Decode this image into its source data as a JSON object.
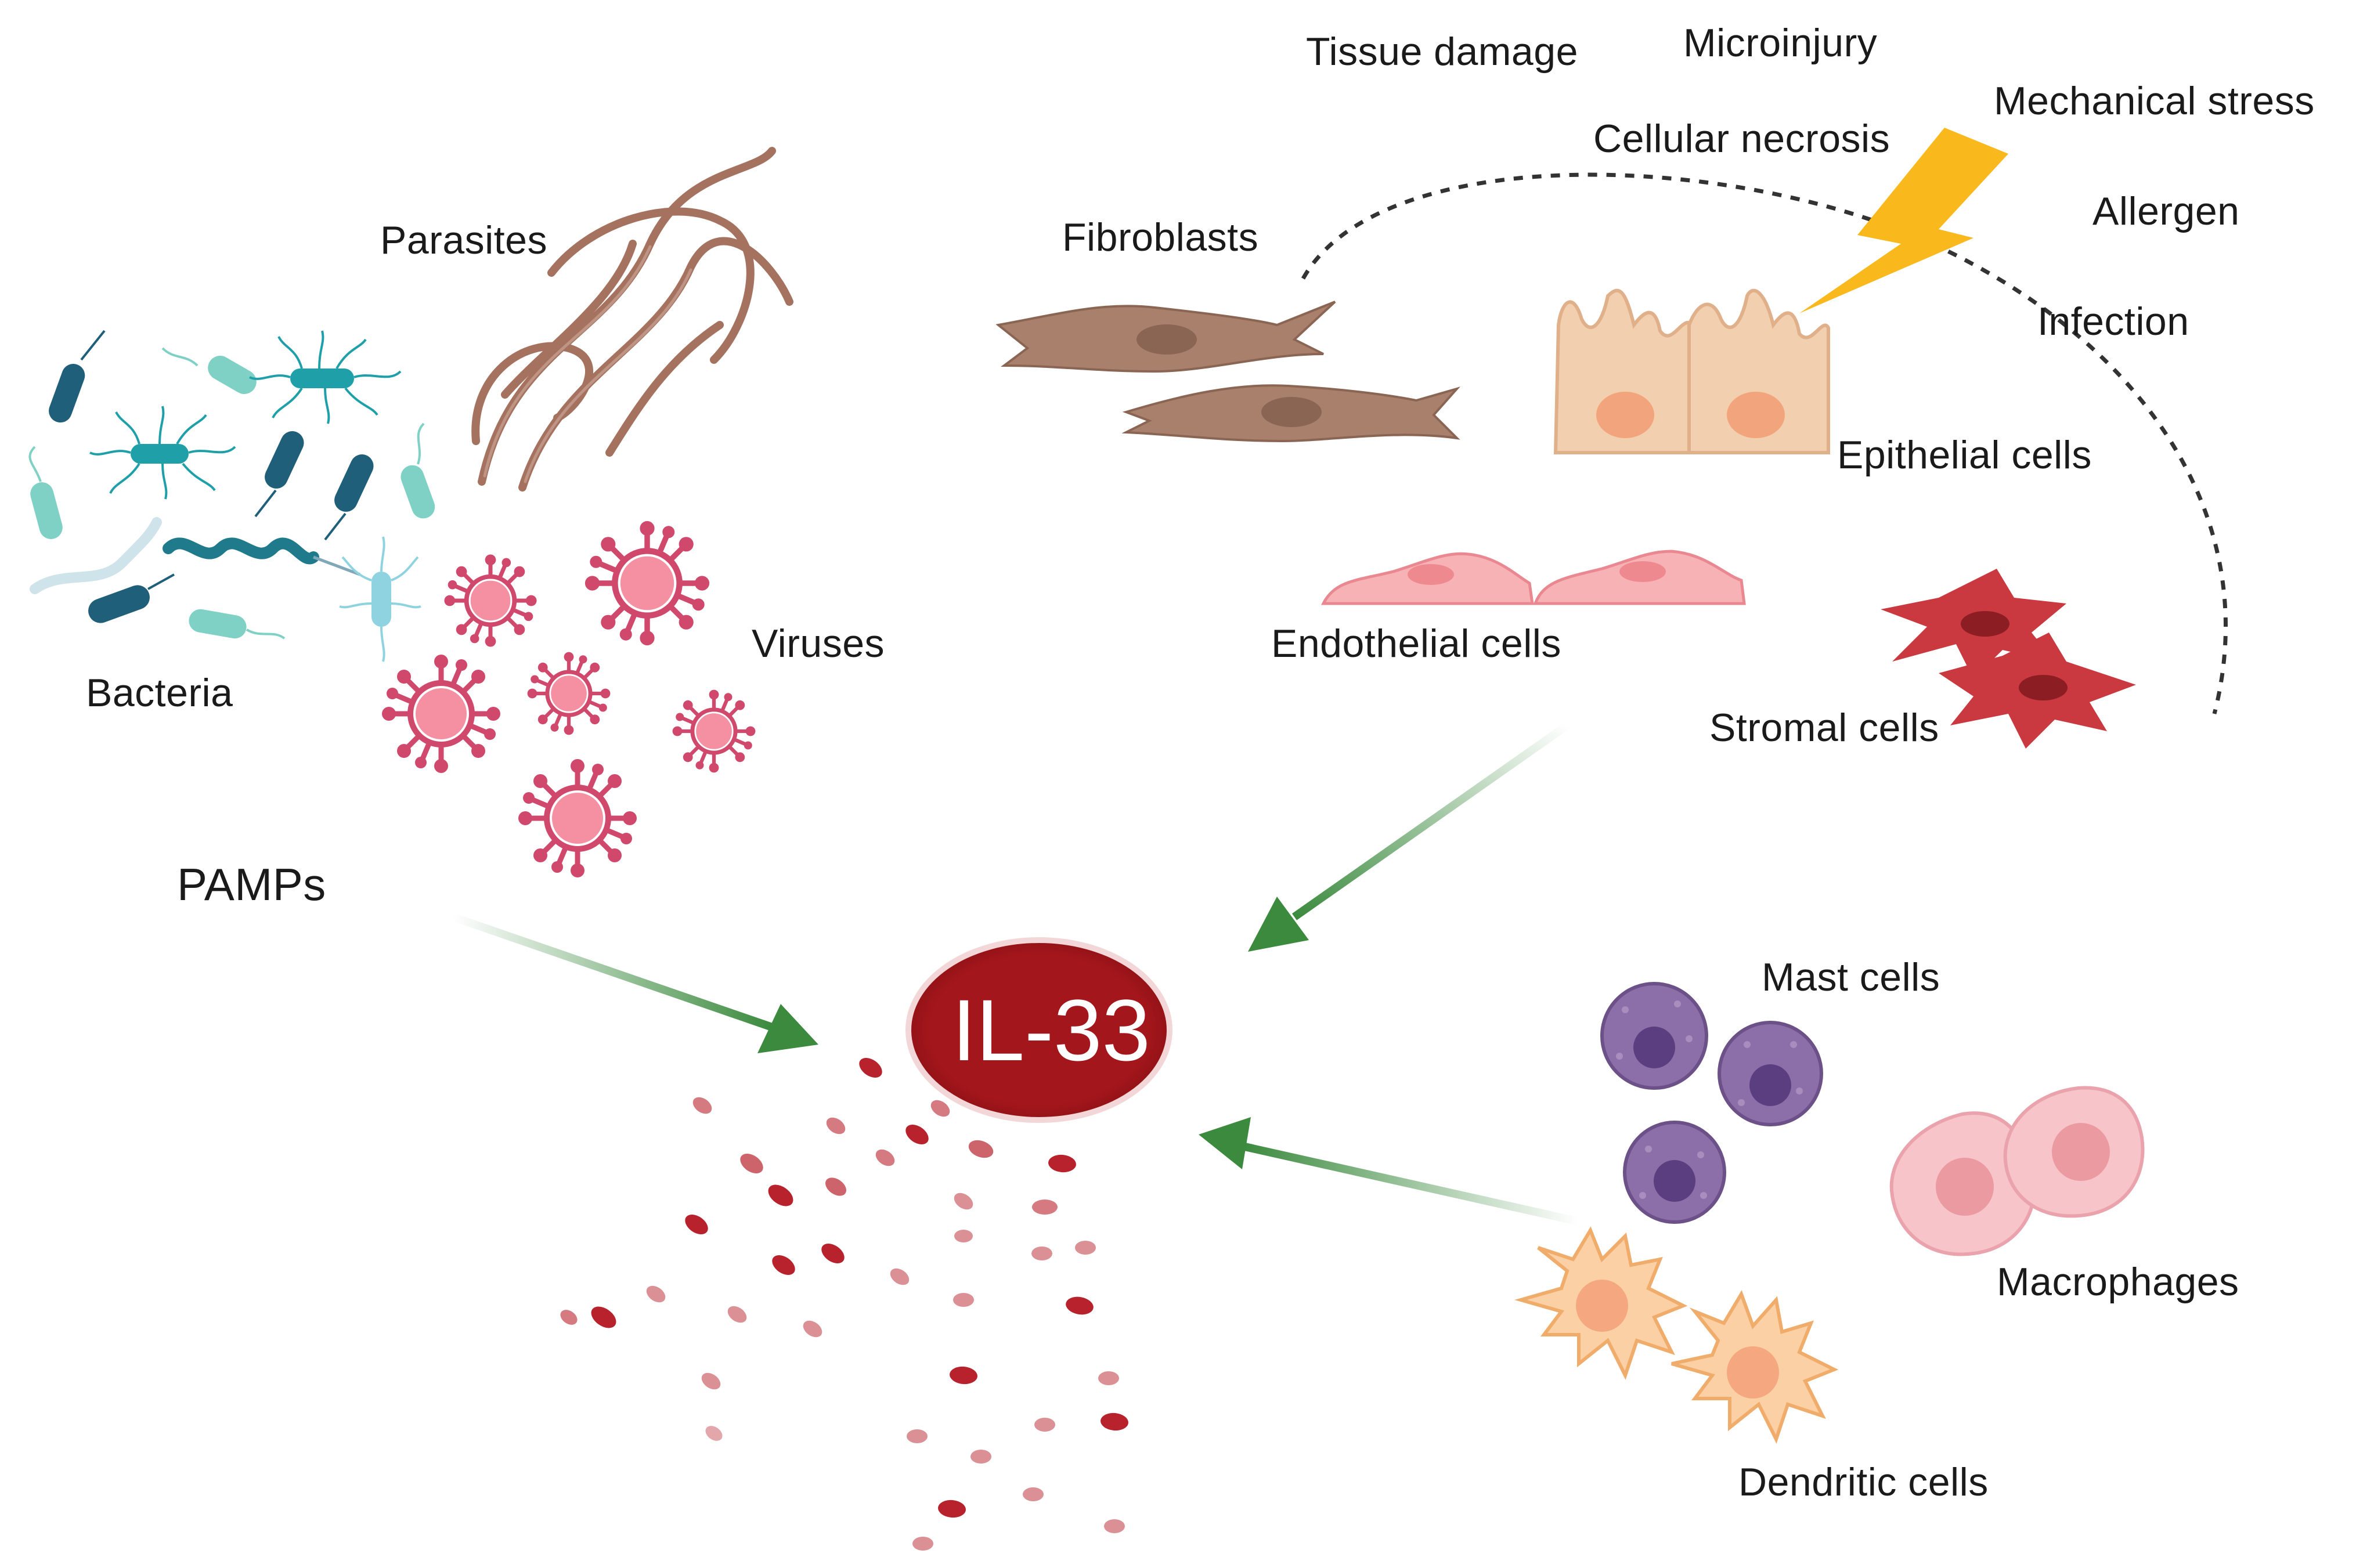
{
  "labels": {
    "tissue_damage": "Tissue damage",
    "microinjury": "Microinjury",
    "mechanical_stress": "Mechanical stress",
    "cellular_necrosis": "Cellular necrosis",
    "allergen": "Allergen",
    "infection": "Infection",
    "parasites": "Parasites",
    "fibroblasts": "Fibroblasts",
    "epithelial_cells": "Epithelial cells",
    "viruses": "Viruses",
    "bacteria": "Bacteria",
    "endothelial_cells": "Endothelial cells",
    "stromal_cells": "Stromal cells",
    "pamps": "PAMPs",
    "mast_cells": "Mast cells",
    "macrophages": "Macrophages",
    "dendritic_cells": "Dendritic cells"
  },
  "center": {
    "label": "IL-33",
    "color": "#a3161b"
  },
  "colors": {
    "arrow": "#3b8a3e",
    "lightning": "#f9b81b",
    "virus": "#e0607e",
    "bacteria_dark": "#1f5f7a",
    "bacteria_light": "#7fd0c5",
    "fibroblast": "#a9806c",
    "epithelial": "#f2cfae",
    "endothelial": "#f7b2b6",
    "stromal": "#c9393f",
    "mast": "#8c6fa8",
    "macrophage": "#f6c4c9",
    "dendritic": "#fbd0a4",
    "parasite": "#a67260"
  },
  "icons": [
    "lightning-icon",
    "virus-icon",
    "bacteria-icon",
    "parasite-icon",
    "cell-icon",
    "arrow-icon"
  ]
}
